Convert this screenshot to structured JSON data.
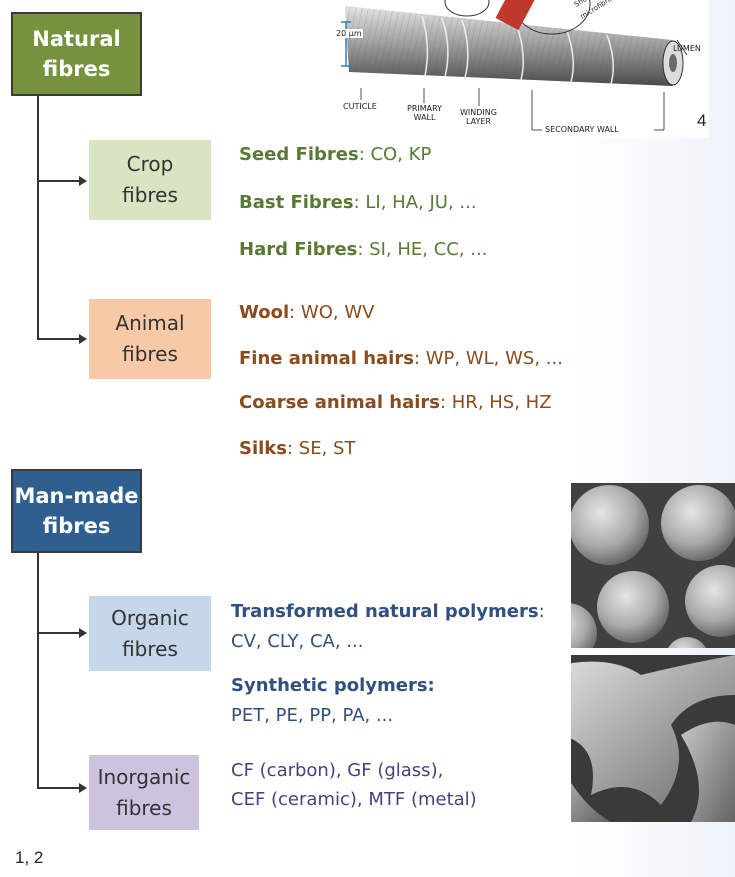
{
  "natural": {
    "label": "Natural\nfibres",
    "crop": {
      "label": "Crop\nfibres",
      "items": [
        {
          "name": "Seed Fibres",
          "codes": ": CO, KP"
        },
        {
          "name": "Bast Fibres",
          "codes": ": LI, HA, JU, ..."
        },
        {
          "name": "Hard Fibres",
          "codes": ": SI, HE, CC, ..."
        }
      ]
    },
    "animal": {
      "label": "Animal\nfibres",
      "items": [
        {
          "name": "Wool",
          "codes": ": WO, WV"
        },
        {
          "name": "Fine animal hairs",
          "codes": ": WP, WL, WS, ..."
        },
        {
          "name": "Coarse animal hairs",
          "codes": ": HR, HS, HZ"
        },
        {
          "name": "Silks",
          "codes": ": SE, ST"
        }
      ]
    }
  },
  "manmade": {
    "label": "Man-made\nfibres",
    "organic": {
      "label": "Organic\nfibres",
      "transformed_title": "Transformed natural polymers",
      "transformed_colon": ":",
      "transformed_codes": "CV, CLY, CA, ...",
      "synthetic_title": "Synthetic polymers:",
      "synthetic_codes": "PET, PE, PP, PA, ..."
    },
    "inorganic": {
      "label": "Inorganic\nfibres",
      "line1": "CF (carbon), GF (glass),",
      "line2": "CEF (ceramic), MTF (metal)"
    }
  },
  "wool_diagram": {
    "scale": "20 µm",
    "cuticle": "CUTICLE",
    "primary_wall": "PRIMARY\nWALL",
    "winding_layer": "WINDING\nLAYER",
    "secondary_wall": "SECONDARY WALL",
    "lumen": "LUMEN",
    "short_section": "Short section",
    "microfibril": "microfibril crystal"
  },
  "refs": {
    "top": "4",
    "bottom": "1, 2"
  },
  "colors": {
    "natural_box": "#76923c",
    "crop_box": "#d8e4c2",
    "animal_box": "#f7c9a6",
    "manmade_box": "#2f5f8f",
    "organic_box": "#c5d7e9",
    "inorganic_box": "#cdc3df"
  }
}
